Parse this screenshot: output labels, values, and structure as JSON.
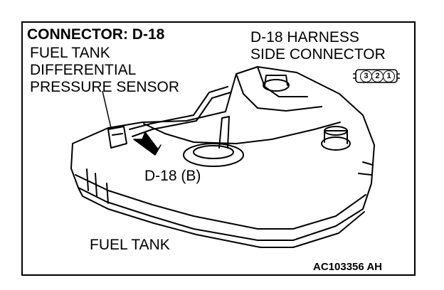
{
  "figure": {
    "title": "CONNECTOR: D-18",
    "sensor_label": [
      "FUEL TANK",
      "DIFFERENTIAL",
      "PRESSURE SENSOR"
    ],
    "harness_label": [
      "D-18 HARNESS",
      "SIDE CONNECTOR"
    ],
    "connector_pins": [
      "3",
      "2",
      "1"
    ],
    "connector_ref": "D-18 (B)",
    "tank_label": "FUEL TANK",
    "figure_code": "AC103356 AH"
  }
}
